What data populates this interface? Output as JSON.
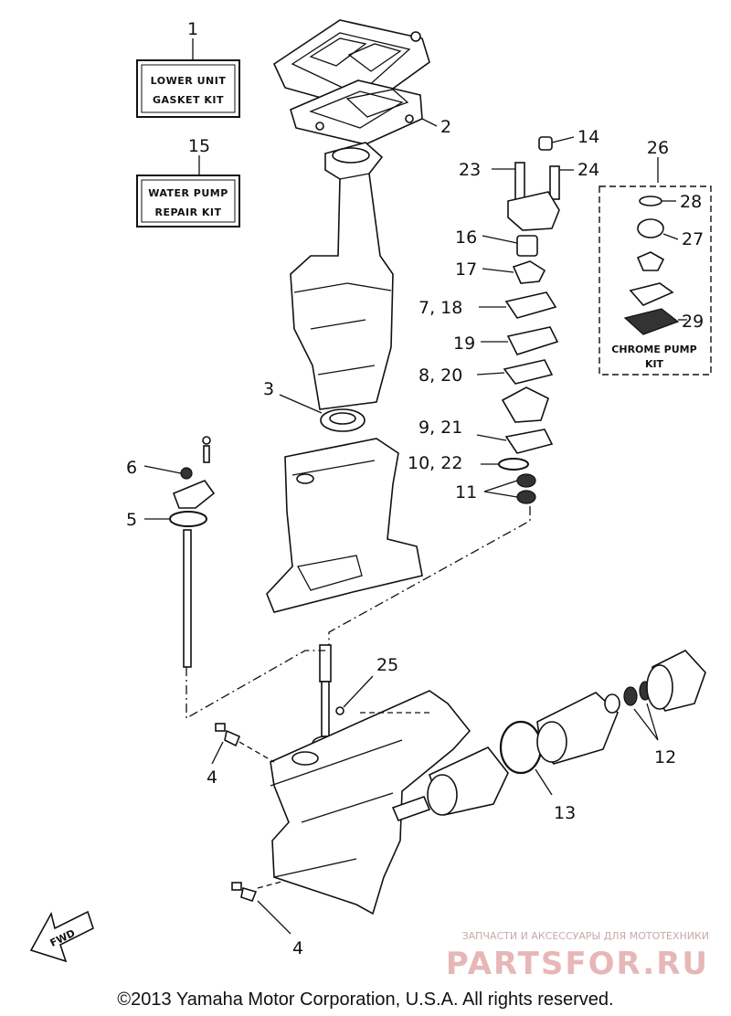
{
  "callouts": {
    "c1": "1",
    "c2": "2",
    "c3": "3",
    "c4a": "4",
    "c4b": "4",
    "c5": "5",
    "c6": "6",
    "c7_18": "7, 18",
    "c8_20": "8, 20",
    "c9_21": "9, 21",
    "c10_22": "10, 22",
    "c11": "11",
    "c12": "12",
    "c13": "13",
    "c14": "14",
    "c15": "15",
    "c16": "16",
    "c17": "17",
    "c19": "19",
    "c23": "23",
    "c24": "24",
    "c25": "25",
    "c26": "26",
    "c27": "27",
    "c28": "28",
    "c29": "29"
  },
  "kits": {
    "lower_unit_line1": "LOWER UNIT",
    "lower_unit_line2": "GASKET KIT",
    "water_pump_line1": "WATER PUMP",
    "water_pump_line2": "REPAIR KIT",
    "chrome_pump_line1": "CHROME PUMP",
    "chrome_pump_line2": "KIT"
  },
  "fwd_label": "FWD",
  "watermark": {
    "subtitle": "ЗАПЧАСТИ И АКСЕССУАРЫ ДЛЯ МОТОТЕХНИКИ",
    "brand": "PARTSFOR.RU"
  },
  "footer": {
    "copyright": "©2013 Yamaha Motor Corporation, U.S.A. All rights reserved."
  }
}
